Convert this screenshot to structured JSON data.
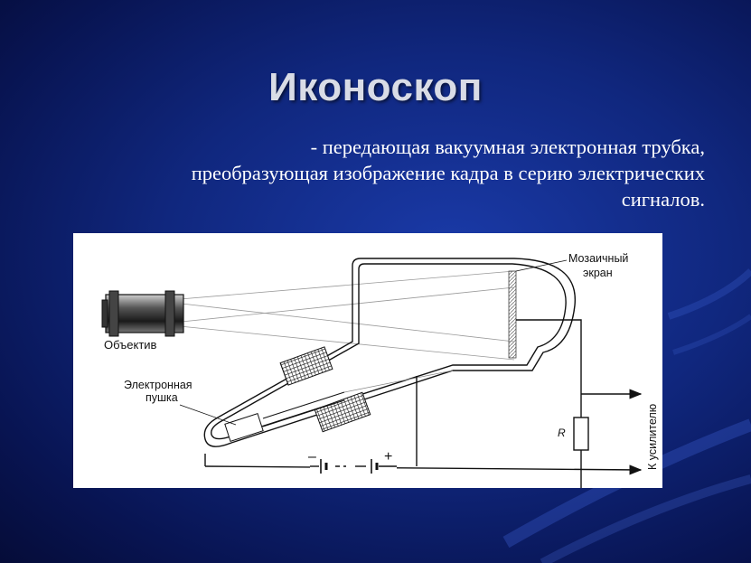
{
  "slide": {
    "title": "Иконоскоп",
    "subtitle_lines": [
      "- передающая вакуумная электронная трубка,",
      "преобразующая изображение кадра в серию электрических",
      "сигналов."
    ]
  },
  "diagram": {
    "labels": {
      "lens": "Объектив",
      "mosaic_line1": "Мозаичный",
      "mosaic_line2": "экран",
      "gun_line1": "Электронная",
      "gun_line2": "пушка",
      "resistor": "R",
      "to_amplifier": "К усилителю",
      "minus": "–",
      "plus": "+"
    }
  },
  "colors": {
    "background": "#10277e",
    "title": "#d9dce6",
    "text": "#ffffff"
  }
}
